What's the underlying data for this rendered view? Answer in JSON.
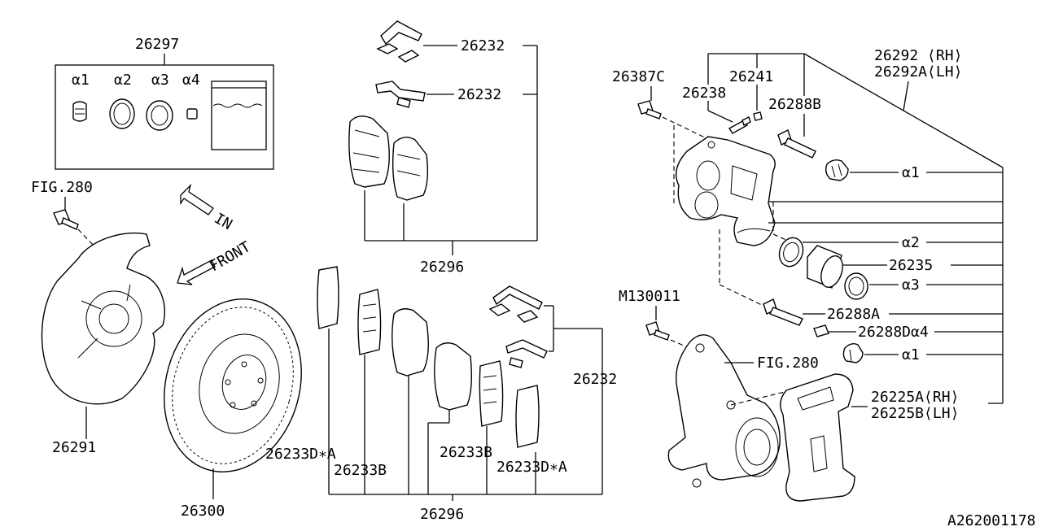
{
  "diagram": {
    "ref_code": "A262001178",
    "arrows": {
      "in": "IN",
      "front": "FRONT"
    },
    "kit": {
      "number": "26297",
      "items": [
        "α1",
        "α2",
        "α3",
        "α4"
      ]
    },
    "labels": {
      "fig280_top": "FIG.280",
      "fig280_knuckle": "FIG.280",
      "p26291": "26291",
      "p26300": "26300",
      "p26232_a": "26232",
      "p26232_b": "26232",
      "p26232_c": "26232",
      "p26296_top": "26296",
      "p26296_bottom": "26296",
      "p26233DA_left": "26233D∗A",
      "p26233B_left": "26233B",
      "p26233B_right": "26233B",
      "p26233DA_right": "26233D∗A",
      "p26387C": "26387C",
      "p26238": "26238",
      "p26241": "26241",
      "p26288B": "26288B",
      "p26292_rh": "26292 ⟨RH⟩",
      "p26292A_lh": "26292A⟨LH⟩",
      "a1_top": "α1",
      "a2": "α2",
      "p26235": "26235",
      "a3": "α3",
      "p26288A": "26288A",
      "p26288D": "26288Dα4",
      "a1_bottom": "α1",
      "m130011": "M130011",
      "p26225A_rh": "26225A⟨RH⟩",
      "p26225B_lh": "26225B⟨LH⟩"
    }
  }
}
